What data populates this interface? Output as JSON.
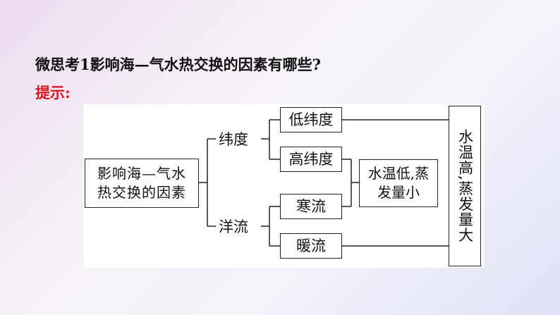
{
  "question": "微思考1影响海—气水热交换的因素有哪些?",
  "hint": "提示:",
  "diagram": {
    "root": "影响海—气水热交换的因素",
    "branches": {
      "latitude": "纬度",
      "current": "洋流"
    },
    "leaves": {
      "low_latitude": "低纬度",
      "high_latitude": "高纬度",
      "cold_current": "寒流",
      "warm_current": "暖流"
    },
    "results": {
      "low": "水温低,蒸发量小",
      "high": "水温高,蒸发量大"
    }
  }
}
